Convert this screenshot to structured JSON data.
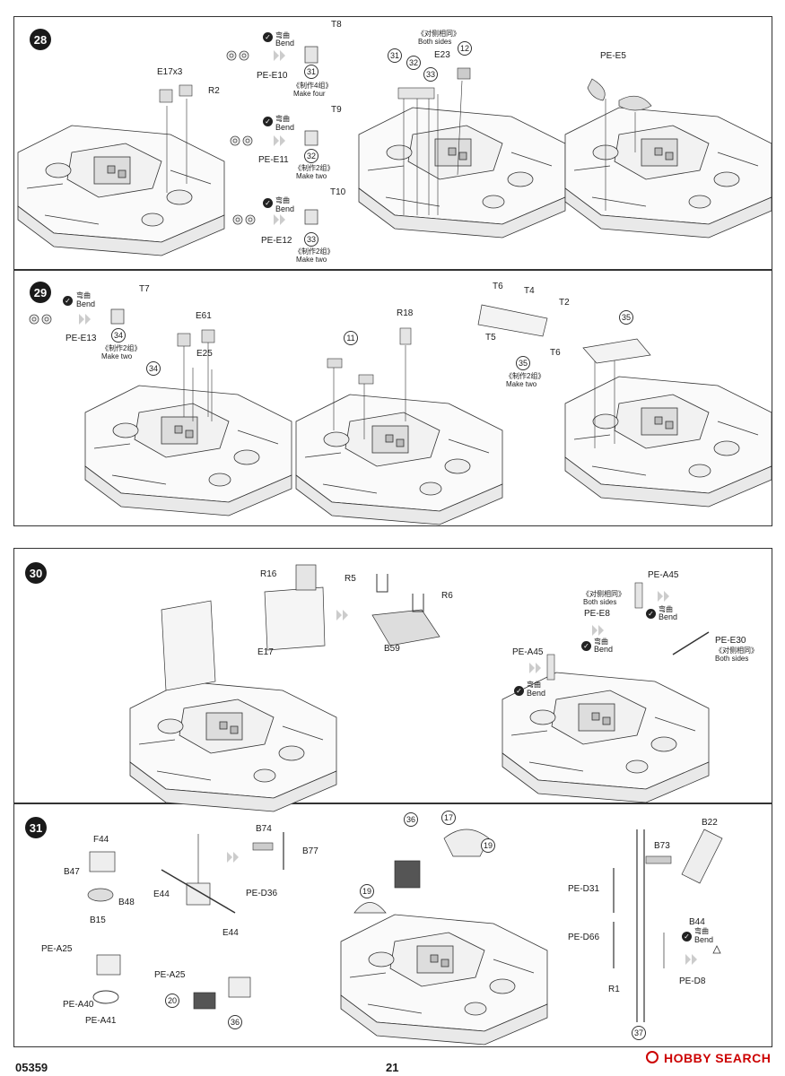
{
  "steps": {
    "s28": {
      "number": "28",
      "labels": {
        "e17x3": "E17x3",
        "r2": "R2",
        "t8": "T8",
        "pe_e10": "PE-E10",
        "make_four": "Make four",
        "make_four_cn": "《制作4组》",
        "t9": "T9",
        "pe_e11": "PE-E11",
        "make_two_a": "Make two",
        "make_two_a_cn": "《制作2组》",
        "t10": "T10",
        "pe_e12": "PE-E12",
        "make_two_b": "Make two",
        "make_two_b_cn": "《制作2组》",
        "both_sides": "Both sides",
        "both_sides_cn": "《对侧相同》",
        "e23": "E23",
        "pe_e5": "PE-E5",
        "c31": "31",
        "c32": "32",
        "c33": "33",
        "c12": "12",
        "c31b": "31",
        "c32b": "32",
        "c33b": "33"
      }
    },
    "s29": {
      "number": "29",
      "labels": {
        "t7": "T7",
        "pe_e13": "PE-E13",
        "c34": "34",
        "make_two": "Make two",
        "make_two_cn": "《制作2组》",
        "e61": "E61",
        "e25": "E25",
        "c34b": "34",
        "c11": "11",
        "r18": "R18",
        "t6a": "T6",
        "t4": "T4",
        "t2": "T2",
        "t5": "T5",
        "t6b": "T6",
        "c35": "35",
        "make_two_b": "Make two",
        "make_two_b_cn": "《制作2组》",
        "c35b": "35"
      }
    },
    "s30": {
      "number": "30",
      "labels": {
        "r16": "R16",
        "r5": "R5",
        "r6": "R6",
        "e17": "E17",
        "b59": "B59",
        "pe_a45a": "PE-A45",
        "both_sides_cn": "《对侧相同》",
        "both_sides": "Both sides",
        "pe_e8": "PE-E8",
        "pe_e30": "PE-E30",
        "both_sides_b_cn": "《对侧相同》",
        "both_sides_b": "Both sides",
        "pe_a45b": "PE-A45"
      }
    },
    "s31": {
      "number": "31",
      "labels": {
        "f44": "F44",
        "b47": "B47",
        "b48": "B48",
        "b15": "B15",
        "e44a": "E44",
        "b74": "B74",
        "b77": "B77",
        "pe_d36": "PE-D36",
        "e44b": "E44",
        "pe_a25a": "PE-A25",
        "pe_a25b": "PE-A25",
        "pe_a40": "PE-A40",
        "pe_a41": "PE-A41",
        "c20": "20",
        "c36": "36",
        "c36b": "36",
        "c17": "17",
        "c19": "19",
        "c19b": "19",
        "b22": "B22",
        "b73": "B73",
        "pe_d31": "PE-D31",
        "pe_d66": "PE-D66",
        "b44": "B44",
        "r1": "R1",
        "pe_d8": "PE-D8",
        "c37": "37"
      }
    }
  },
  "bend": {
    "cn": "弯曲",
    "en": "Bend"
  },
  "footer": {
    "code": "05359",
    "page": "21",
    "brand": "HOBBY SEARCH"
  }
}
